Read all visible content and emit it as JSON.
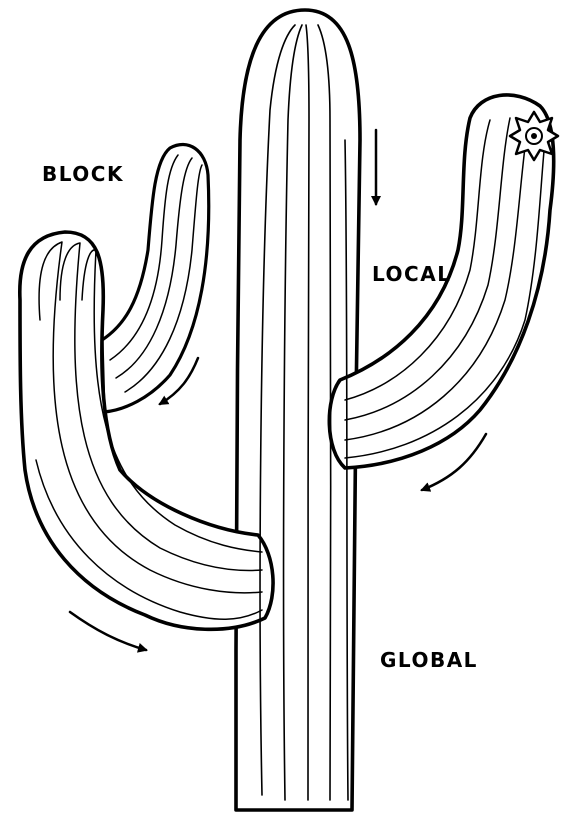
{
  "labels": {
    "block": "BLOCK",
    "local": "LOCAL",
    "global": "GLOBAL"
  },
  "colors": {
    "ink": "#000000",
    "paper": "#ffffff"
  },
  "icons": [
    "cactus-flower-icon",
    "arrow-icon"
  ]
}
